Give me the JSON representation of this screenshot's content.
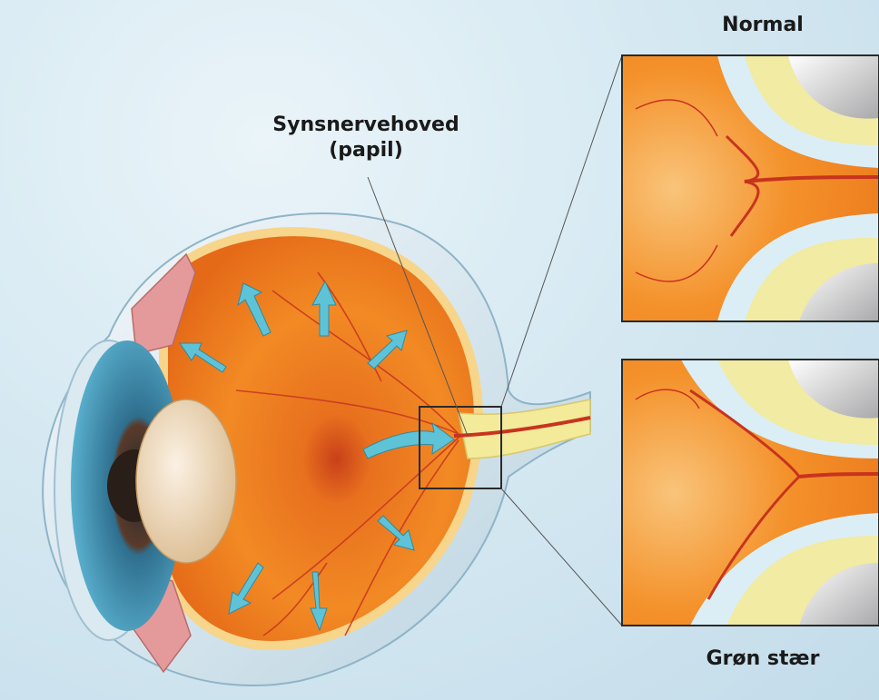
{
  "labels": {
    "normal": "Normal",
    "optic_nerve_head_line1": "Synsnervehoved",
    "optic_nerve_head_line2": "(papil)",
    "glaucoma": "Grøn stær"
  },
  "icons": [
    "arrow-icon"
  ],
  "colors": {
    "background": "#d6e9f2",
    "retina_orange": "#f0801e",
    "sclera": "#e8f1f5",
    "nerve_yellow": "#f3ea9a",
    "vessel_red": "#c8331f",
    "arrow_blue": "#5fc3d8",
    "iris_blue": "#3e8fb0"
  }
}
